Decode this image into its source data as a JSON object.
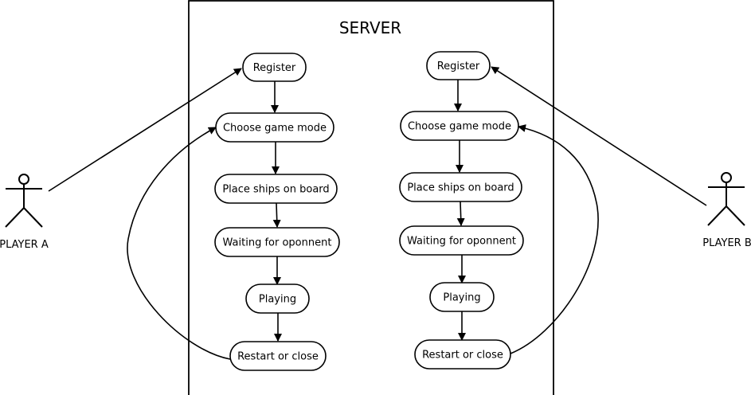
{
  "server": {
    "title": "SERVER"
  },
  "actors": {
    "player_a": "PLAYER A",
    "player_b": "PLAYER B"
  },
  "flow_a": {
    "register": "Register",
    "choose_mode": "Choose game mode",
    "place_ships": "Place ships on board",
    "waiting": "Waiting for oponnent",
    "playing": "Playing",
    "restart": "Restart or close"
  },
  "flow_b": {
    "register": "Register",
    "choose_mode": "Choose game mode",
    "place_ships": "Place ships on board",
    "waiting": "Waiting for oponnent",
    "playing": "Playing",
    "restart": "Restart or close"
  }
}
